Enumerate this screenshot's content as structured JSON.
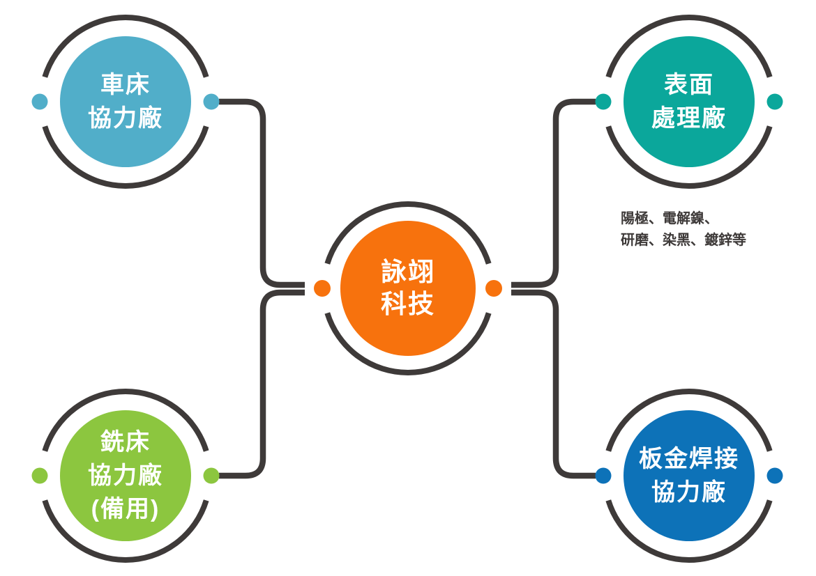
{
  "colors": {
    "background": "#FFFFFF",
    "line": "#3E3A39",
    "label_text": "#FFFFFF"
  },
  "nodes": {
    "center": {
      "label": "詠翊\n科技",
      "color": "#F7720D"
    },
    "lathe": {
      "label": "車床\n協力廠",
      "color": "#51AEC9"
    },
    "milling": {
      "label": "銑床\n協力廠\n(備用)",
      "color": "#8CC63F"
    },
    "surface": {
      "label": "表面\n處理廠",
      "color": "#0BA79B"
    },
    "sheet_metal": {
      "label": "板金焊接\n協力廠",
      "color": "#0D72B8"
    }
  },
  "annotation": {
    "surface_processes": "陽極、電解鎳、\n研磨、染黑、鍍鋅等"
  }
}
